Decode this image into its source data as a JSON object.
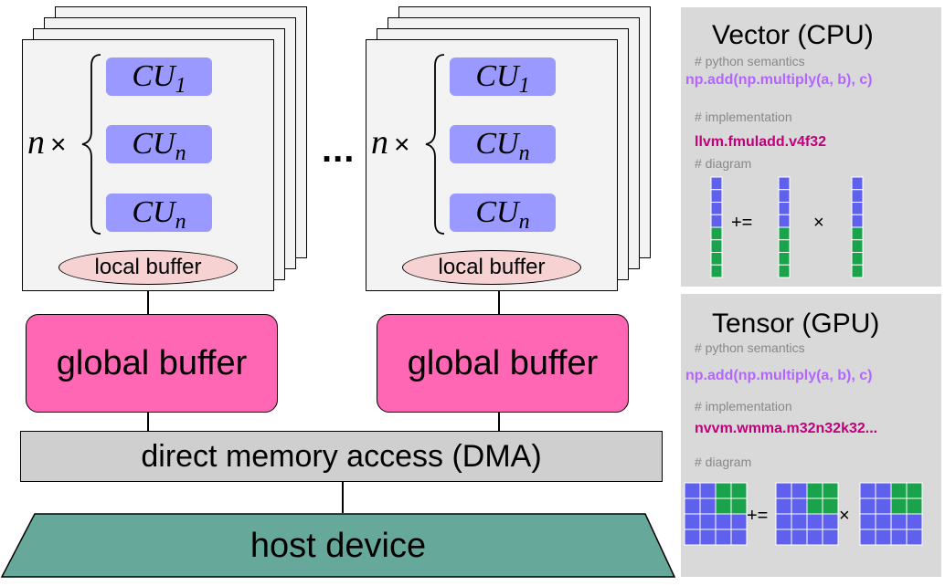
{
  "accelerators": [
    {
      "multiplier": {
        "var": "n",
        "times": "×"
      },
      "compute_units": [
        {
          "name": "CU",
          "subscript": "1"
        },
        {
          "name": "CU",
          "subscript": "n"
        },
        {
          "name": "CU",
          "subscript": "n"
        }
      ],
      "local_buffer": "local buffer",
      "global_buffer": "global buffer"
    },
    {
      "multiplier": {
        "var": "n",
        "times": "×"
      },
      "compute_units": [
        {
          "name": "CU",
          "subscript": "1"
        },
        {
          "name": "CU",
          "subscript": "n"
        },
        {
          "name": "CU",
          "subscript": "n"
        }
      ],
      "local_buffer": "local buffer",
      "global_buffer": "global buffer"
    }
  ],
  "ellipsis": "...",
  "dma": "direct memory access (DMA)",
  "host": "host device",
  "panels": {
    "vector": {
      "title": "Vector (CPU)",
      "semantics_comment": "# python semantics",
      "semantics_code": "np.add(np.multiply(a, b), c)",
      "impl_comment": "# implementation",
      "impl_code": "llvm.fmuladd.v4f32",
      "diagram_comment": "# diagram",
      "op_add": "+=",
      "op_mul": "×"
    },
    "tensor": {
      "title": "Tensor (GPU)",
      "semantics_comment": "# python semantics",
      "semantics_code": "np.add(np.multiply(a, b), c)",
      "impl_comment": "# implementation",
      "impl_code": "nvvm.wmma.m32n32k32...",
      "diagram_comment": "# diagram",
      "op_add": "+=",
      "op_mul": "×"
    }
  },
  "colors": {
    "compute_unit": "#9999ff",
    "local_buffer": "#f6d2d2",
    "global_buffer": "#ff66b3",
    "dma": "#cfcfcf",
    "host": "#66a99a",
    "panel_bg": "#d9d9d9",
    "vector_cell_blue": "#6060ee",
    "vector_cell_green": "#19a34a",
    "python_code": "#b266ff",
    "impl_code": "#c0007a"
  }
}
